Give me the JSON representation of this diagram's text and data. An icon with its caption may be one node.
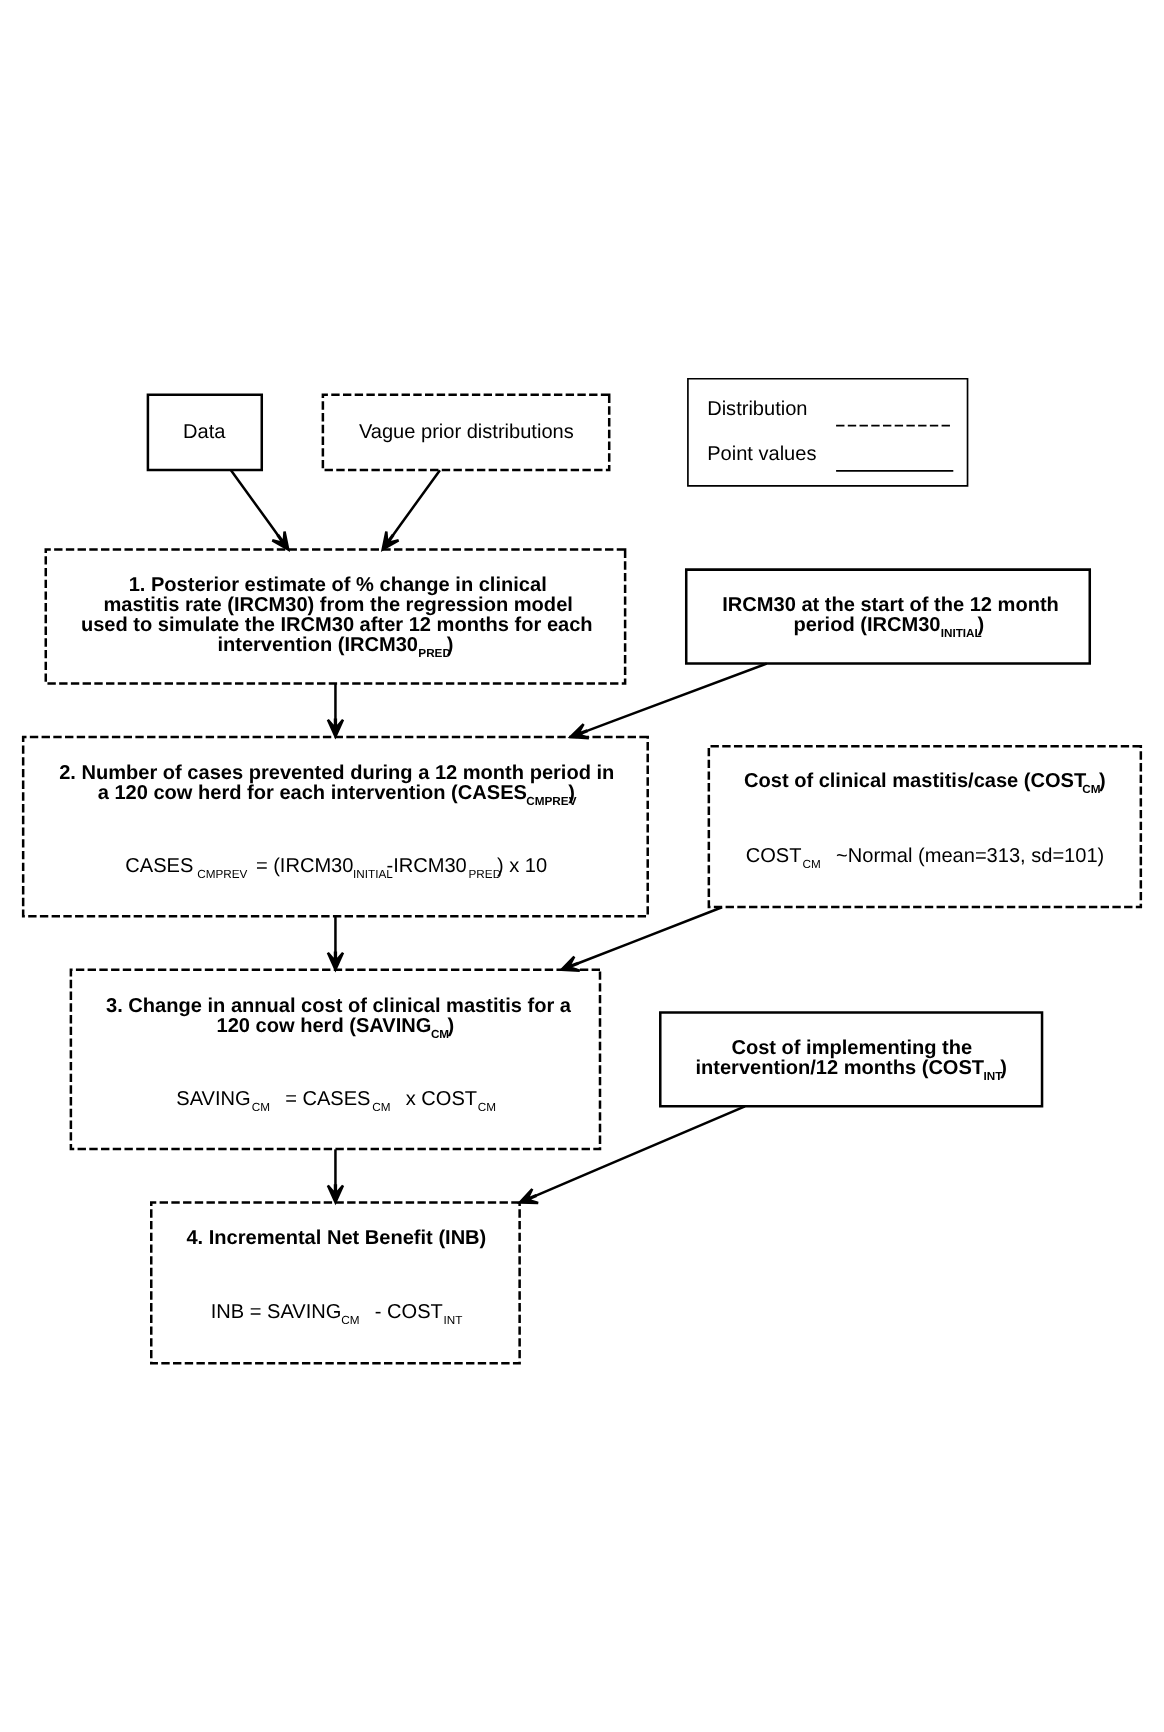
{
  "diagram": {
    "nodes": [
      {
        "text": [
          "Data"
        ]
      },
      {
        "text": [
          "Vague prior distributions"
        ]
      },
      {
        "text": [
          "1. Posterior estimate of % change in clinical mastitis rate (IRCM30) from the regression model used to simulate the IRCM30 after 12 months for each intervention (IRCM30$_{PRED}$)"
        ]
      },
      {
        "text": [
          "IRCM30 at the start of the 12 month period (IRCM30$_{INITIAL}$)"
        ]
      },
      {
        "text": [
          "2. Number of cases prevented during a 12 month period in a 120 cow herd for each intervention (CASES$_{CMPREV}$)",
          "CASES$_{CMPREV}$ = (IRCM30$_{INITIAL}$-IRCM30$_{PRED}$) x 10"
        ]
      },
      {
        "text": [
          "Cost of clinical mastitis/case (COST$_{CM}$)",
          "COST$_{CM}$ ~Normal (mean=313, sd=101)"
        ]
      },
      {
        "text": [
          "3. Change in annual cost of clinical mastitis for a 120 cow herd (SAVING$_{CM}$)",
          "SAVING$_{CM}$ = CASES$_{CM}$ x COST$_{CM}$"
        ]
      },
      {
        "text": [
          "Cost of implementing the intervention/12 months (COST$_{INT}$)"
        ]
      },
      {
        "text": [
          "4. Incremental Net Benefit (INB)",
          "INB = SAVING$_{CM}$ - COST$_{INT}$"
        ]
      }
    ],
    "edges": [
      {
        "from": 0,
        "to": 2,
        "arrow": "to"
      },
      {
        "from": 1,
        "to": 2,
        "arrow": "to"
      },
      {
        "from": 2,
        "to": 4,
        "arrow": "to"
      },
      {
        "from": 3,
        "to": 4,
        "arrow": "to"
      },
      {
        "from": 4,
        "to": 6,
        "arrow": "to"
      },
      {
        "from": 5,
        "to": 6,
        "arrow": "to"
      },
      {
        "from": 6,
        "to": 8,
        "arrow": "to"
      },
      {
        "from": 7,
        "to": 8,
        "arrow": "to"
      }
    ],
    "legend": [
      {
        "text": "Distribution"
      },
      {
        "text": "Point values"
      }
    ]
  }
}
